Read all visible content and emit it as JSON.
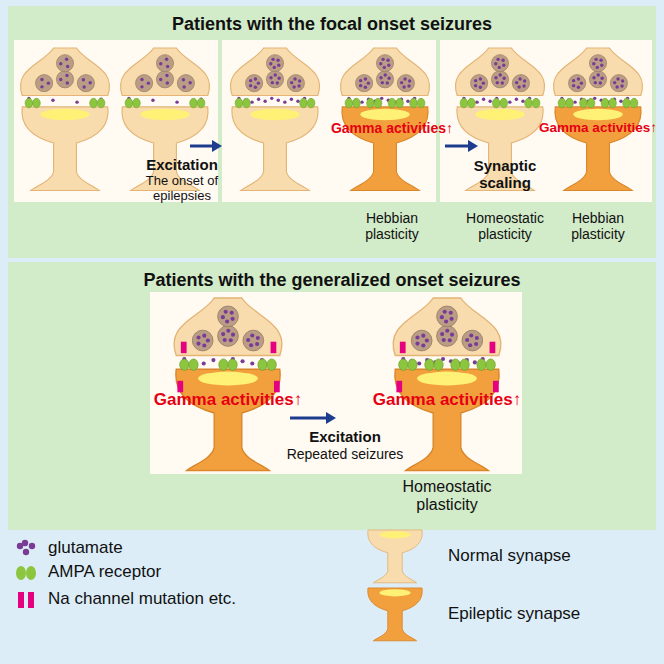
{
  "diagram": {
    "nodes": [
      {
        "text": [
          "Patients with the focal onset seizures"
        ]
      },
      {
        "text": [
          "Patients with the generalized onset seizures"
        ]
      }
    ],
    "labels": [
      "Excitation",
      "The onset of epilepsies",
      "Gamma activities↑",
      "Synaptic scaling",
      "Gamma activities↑",
      "Hebbian plasticity",
      "Homeostatic plasticity",
      "Hebbian plasticity",
      "Gamma activities↑",
      "Excitation",
      "Repeated seizures",
      "Gamma activities↑",
      "Homeostatic plasticity"
    ],
    "legend": [
      {
        "text": "glutamate",
        "color": "#7a3b96"
      },
      {
        "text": "AMPA receptor",
        "color": "#8cc63f"
      },
      {
        "text": "Na channel mutation etc.",
        "color": "#e4007f"
      },
      {
        "text": "Normal synapse",
        "color": "#f8dcae"
      },
      {
        "text": "Epileptic synapse",
        "color": "#f2a03d"
      }
    ]
  }
}
